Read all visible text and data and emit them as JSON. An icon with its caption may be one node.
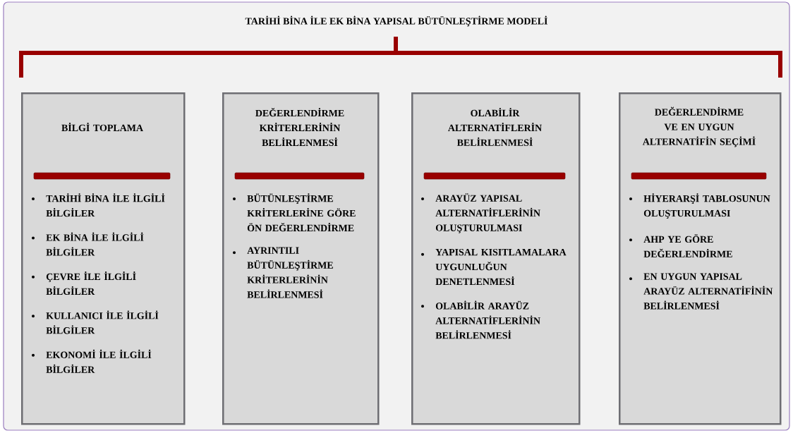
{
  "diagram": {
    "title": "TARİHİ BİNA İLE EK BİNA YAPISAL BÜTÜNLEŞTİRME MODELİ",
    "nodes": [
      {
        "text": [
          "BİLGİ TOPLAMA",
          "TARİHİ BİNA İLE İLGİLİ BİLGİLER",
          "EK BİNA İLE İLGİLİ BİLGİLER",
          "ÇEVRE İLE İLGİLİ BİLGİLER",
          "KULLANICI İLE İLGİLİ BİLGİLER",
          "EKONOMİ İLE İLGİLİ BİLGİLER"
        ]
      },
      {
        "text": [
          "DEĞERLENDİRME KRİTERLERİNİN BELİRLENMESİ",
          "BÜTÜNLEŞTİRME KRİTERLERİNE GÖRE ÖN DEĞERLENDİRME",
          "AYRINTILI BÜTÜNLEŞTİRME KRİTERLERİNİN BELİRLENMESİ"
        ]
      },
      {
        "text": [
          "OLABİLİR ALTERNATİFLERİN BELİRLENMESİ",
          "ARAYÜZ YAPISAL ALTERNATİFLERİNİN OLUŞTURULMASI",
          "YAPISAL KISITLAMALARA UYGUNLUĞUN DENETLENMESİ",
          "OLABİLİR ARAYÜZ ALTERNATİFLERİNİN BELİRLENMESİ"
        ]
      },
      {
        "text": [
          "DEĞERLENDİRME VE EN UYGUN ALTERNATİFİN SEÇİMİ",
          "HİYERARŞİ TABLOSUNUN OLUŞTURULMASI",
          "AHP YE GÖRE DEĞERLENDİRME",
          "EN UYGUN YAPISAL ARAYÜZ ALTERNATİFİNİN BELİRLENMESİ"
        ]
      }
    ]
  }
}
